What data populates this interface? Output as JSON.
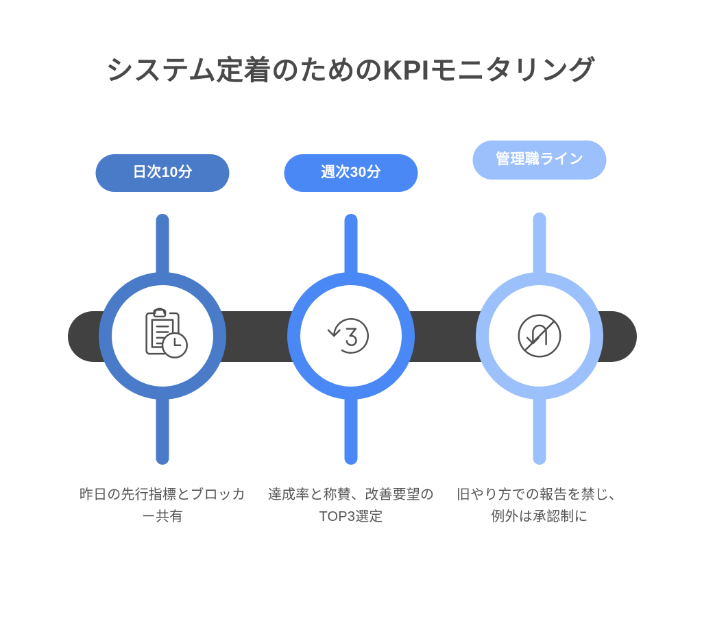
{
  "page": {
    "title": "システム定着のためのKPIモニタリング",
    "background_color": "#FFFFFF",
    "title_color": "#494949",
    "track_color": "#414141",
    "caption_color": "#555555"
  },
  "steps": [
    {
      "pill_label": "日次10分",
      "caption": "昨日の先行指標とブロッカー共有",
      "icon": "clipboard-clock-icon",
      "color": "#4A7BC8"
    },
    {
      "pill_label": "週次30分",
      "caption": "達成率と称賛、改善要望のTOP3選定",
      "icon": "rotate-three-icon",
      "color": "#4A89F5"
    },
    {
      "pill_label": "管理職ライン",
      "caption": "旧やり方での報告を禁じ、例外は承認制に",
      "icon": "no-u-turn-icon",
      "color": "#9CC0FB"
    }
  ]
}
